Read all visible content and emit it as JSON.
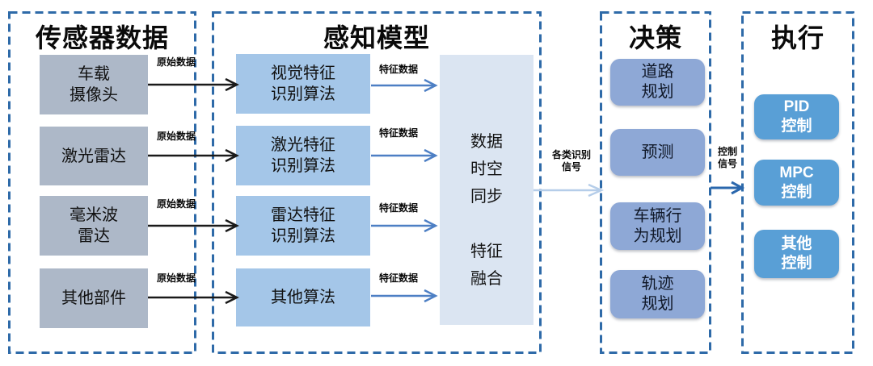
{
  "diagram": {
    "sections": {
      "sensor": {
        "title": "传感器数据",
        "boxes": [
          "车载\n摄像头",
          "激光雷达",
          "毫米波\n雷达",
          "其他部件"
        ],
        "arrow_label": "原始数据"
      },
      "perception": {
        "title": "感知模型",
        "boxes": [
          "视觉特征\n识别算法",
          "激光特征\n识别算法",
          "雷达特征\n识别算法",
          "其他算法"
        ],
        "arrow_label": "特征数据",
        "fusion_box": "数据\n时空\n同步\n\n特征\n融合",
        "output_label": "各类识别\n信号"
      },
      "decision": {
        "title": "决策",
        "boxes": [
          "道路\n规划",
          "预测",
          "车辆行\n为规划",
          "轨迹\n规划"
        ],
        "output_label": "控制\n信号"
      },
      "execution": {
        "title": "执行",
        "boxes": [
          "PID\n控制",
          "MPC\n控制",
          "其他\n控制"
        ]
      }
    },
    "colors": {
      "border": "#2e6aa8",
      "sensor_box": "#adb8c8",
      "perception_box": "#a4c6e8",
      "fusion_box": "#dbe5f2",
      "decision_box": "#8ea8d6",
      "execution_box": "#599fd6",
      "arrow_black": "#1a1a1a",
      "arrow_blue": "#4d7fc4",
      "arrow_light": "#b5cde9",
      "arrow_dark": "#2a67ad"
    }
  }
}
